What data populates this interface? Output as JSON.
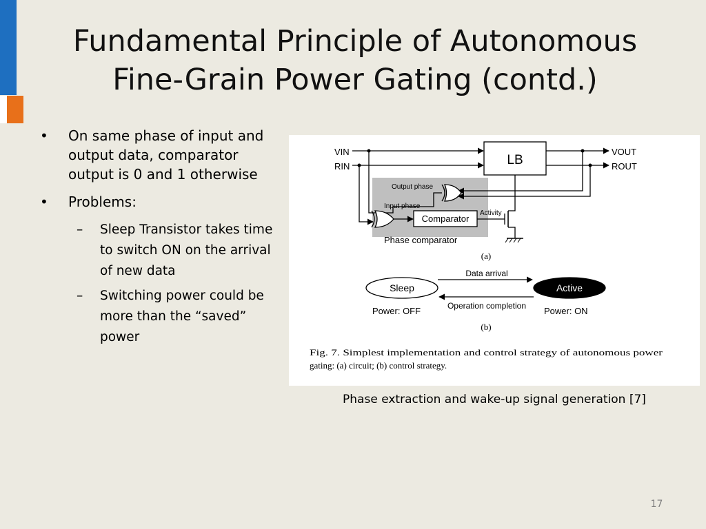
{
  "slide": {
    "title_line1": "Fundamental Principle of Autonomous",
    "title_line2": "Fine-Grain Power Gating (contd.)",
    "bullets": [
      {
        "marker": "•",
        "text": "On same phase of input and output data, comparator output is 0 and 1 otherwise"
      },
      {
        "marker": "•",
        "text": "Problems:"
      }
    ],
    "sub_bullets": [
      {
        "marker": "–",
        "text": "Sleep Transistor takes time to switch ON on the arrival of new data"
      },
      {
        "marker": "–",
        "text": "Switching power could be more than the “saved” power"
      }
    ],
    "caption": "Phase extraction and wake-up signal generation [7]",
    "page_number": "17"
  },
  "figure": {
    "vin": "VIN",
    "rin": "RIN",
    "vout": "VOUT",
    "rout": "ROUT",
    "lb": "LB",
    "output_phase": "Output phase",
    "input_phase": "Input phase",
    "activity": "Activity",
    "comparator": "Comparator",
    "phase_comparator": "Phase comparator",
    "label_a": "(a)",
    "sleep": "Sleep",
    "active": "Active",
    "data_arrival": "Data arrival",
    "operation_completion": "Operation completion",
    "power_off": "Power: OFF",
    "power_on": "Power: ON",
    "label_b": "(b)",
    "fig_caption_line1": "Fig. 7.  Simplest implementation and control strategy of autonomous power",
    "fig_caption_line2": "gating: (a) circuit; (b) control strategy."
  },
  "colors": {
    "background": "#ECEAE1",
    "accent_blue": "#1E6FC0",
    "accent_orange": "#E8701A",
    "comparator_region": "#BFBFBF"
  }
}
